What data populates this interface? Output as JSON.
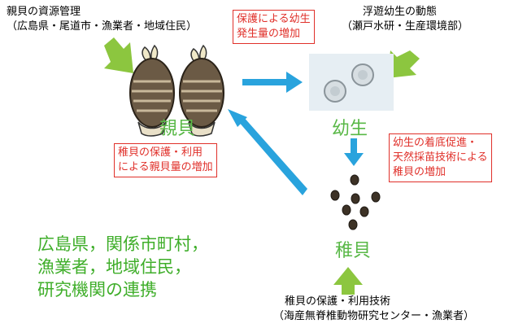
{
  "top_left": {
    "line1": "親貝の資源管理",
    "line2": "（広島県・尾道市・漁業者・地域住民）"
  },
  "top_center_box": {
    "line1": "保護による幼生",
    "line2": "発生量の増加"
  },
  "top_right": {
    "line1": "浮遊幼生の動態",
    "line2": "（瀬戸水研・生産環境部）"
  },
  "stages": {
    "adult": "親貝",
    "larva": "幼生",
    "juvenile": "稚貝"
  },
  "left_box": {
    "line1": "稚貝の保護・利用",
    "line2": "による親貝量の増加"
  },
  "right_box": {
    "line1": "幼生の着底促進・",
    "line2": "天然採苗技術による",
    "line3": "稚貝の増加"
  },
  "partners": {
    "line1": "広島県，関係市町村，",
    "line2": "漁業者，地域住民，",
    "line3": "研究機関の連携"
  },
  "bottom": {
    "line1": "稚貝の保護・利用技術",
    "line2": "（海産無脊椎動物研究センター・漁業者）"
  },
  "colors": {
    "green": "#8cc63f",
    "blue": "#29a3dd",
    "red": "#e0302a"
  }
}
